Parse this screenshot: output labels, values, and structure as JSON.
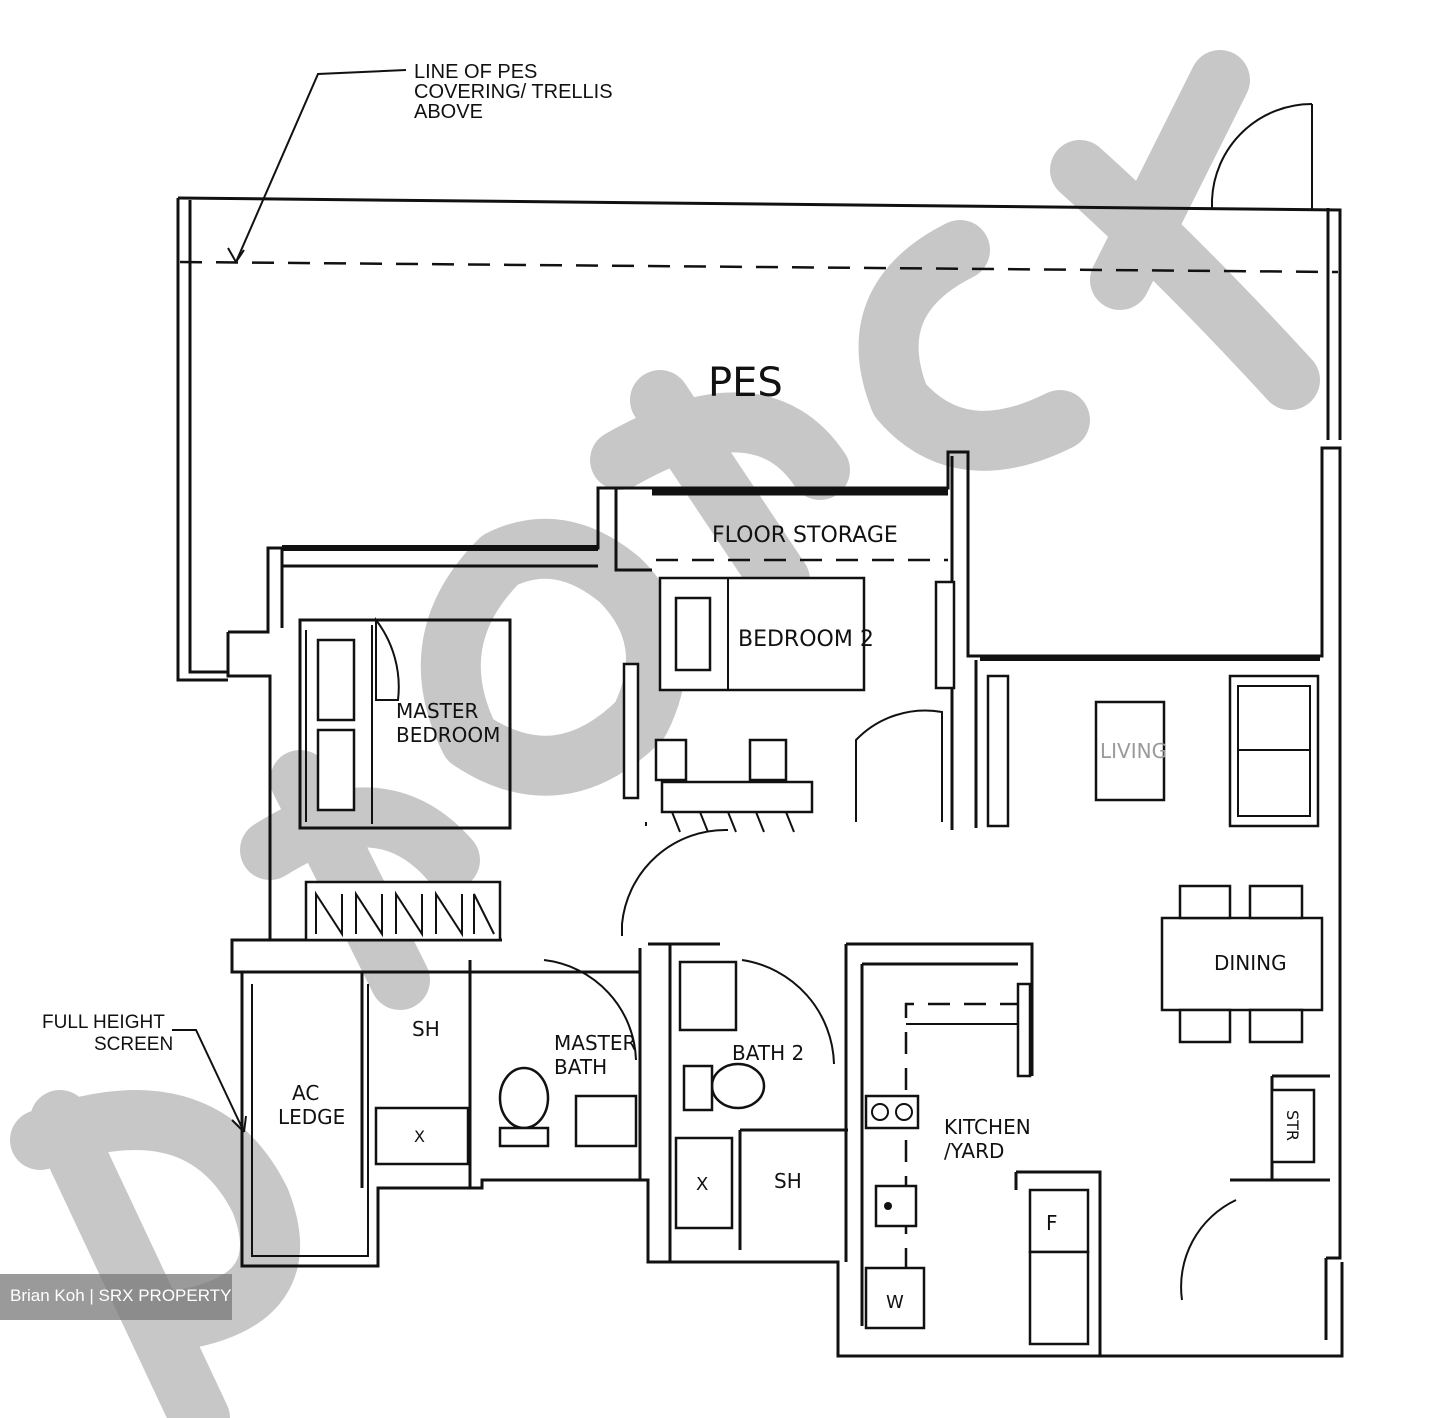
{
  "annotations": {
    "pes_line_note": [
      "LINE OF PES",
      "COVERING/ TRELLIS",
      "ABOVE"
    ],
    "screen_note": [
      "FULL HEIGHT",
      "SCREEN"
    ]
  },
  "rooms": {
    "pes": "PES",
    "floor_storage": "FLOOR STORAGE",
    "bedroom_2": "BEDROOM 2",
    "master_bedroom": [
      "MASTER",
      "BEDROOM"
    ],
    "living": "LIVING",
    "dining": "DINING",
    "sh_master": "SH",
    "master_bath": [
      "MASTER",
      "BATH"
    ],
    "bath_2": "BATH 2",
    "sh_bath2": "SH",
    "ac_ledge": [
      "AC",
      "LEDGE"
    ],
    "kitchen_yard": [
      "KITCHEN",
      "/YARD"
    ],
    "str": "STR",
    "fridge": "F",
    "washer": "W",
    "x_master": "X",
    "x_bath2": "X"
  },
  "credit": "Brian Koh | SRX PROPERTY",
  "watermark": "ProNex"
}
